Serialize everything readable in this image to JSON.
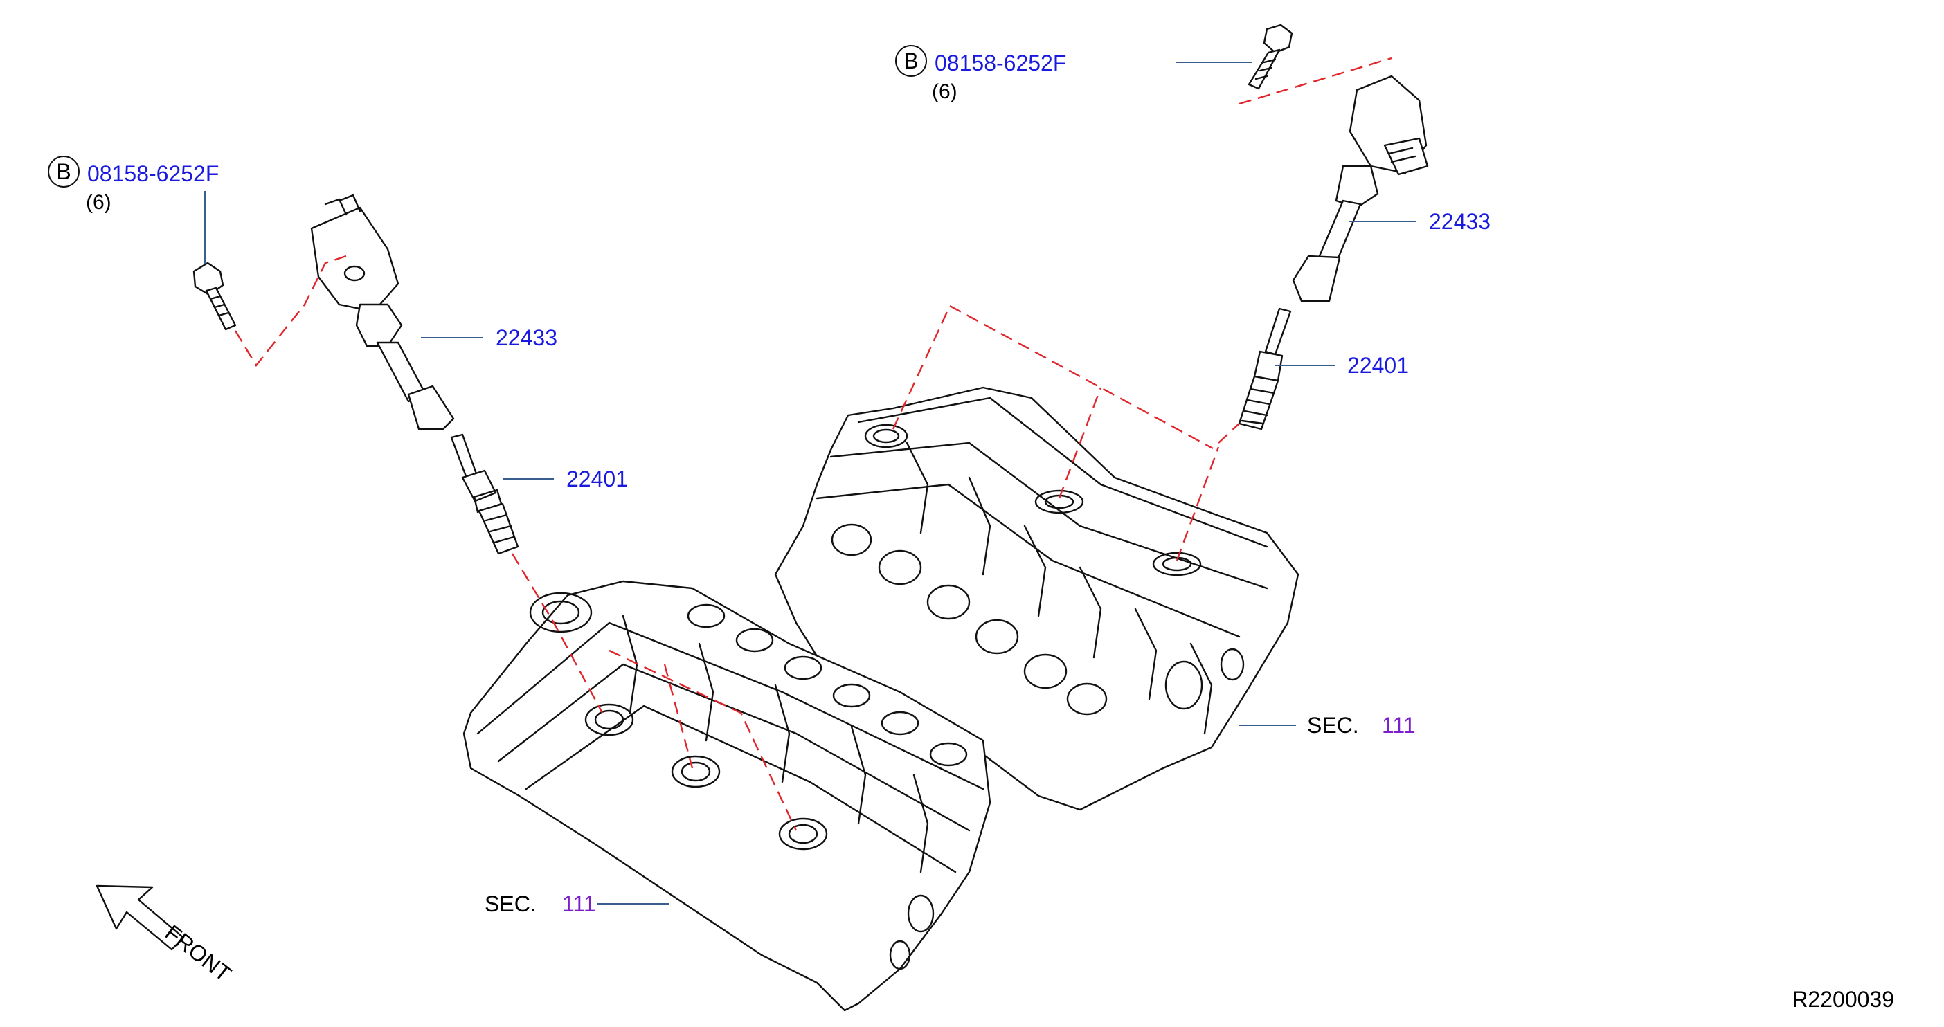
{
  "colors": {
    "part_number": "#1a1adf",
    "section_number": "#7a1fc9",
    "text": "#000000",
    "leader": "#3a5d8f",
    "dashed_line": "#e0262b"
  },
  "callouts": {
    "bolt_left": {
      "badge": "B",
      "part_number": "08158-6252F",
      "quantity": "(6)"
    },
    "bolt_right": {
      "badge": "B",
      "part_number": "08158-6252F",
      "quantity": "(6)"
    },
    "coil_left": {
      "part_number": "22433"
    },
    "coil_right": {
      "part_number": "22433"
    },
    "plug_left": {
      "part_number": "22401"
    },
    "plug_right": {
      "part_number": "22401"
    },
    "sec_left": {
      "prefix": "SEC.",
      "number": "111"
    },
    "sec_right": {
      "prefix": "SEC.",
      "number": "111"
    }
  },
  "front_indicator": {
    "label": "FRONT"
  },
  "diagram_id": "R2200039"
}
